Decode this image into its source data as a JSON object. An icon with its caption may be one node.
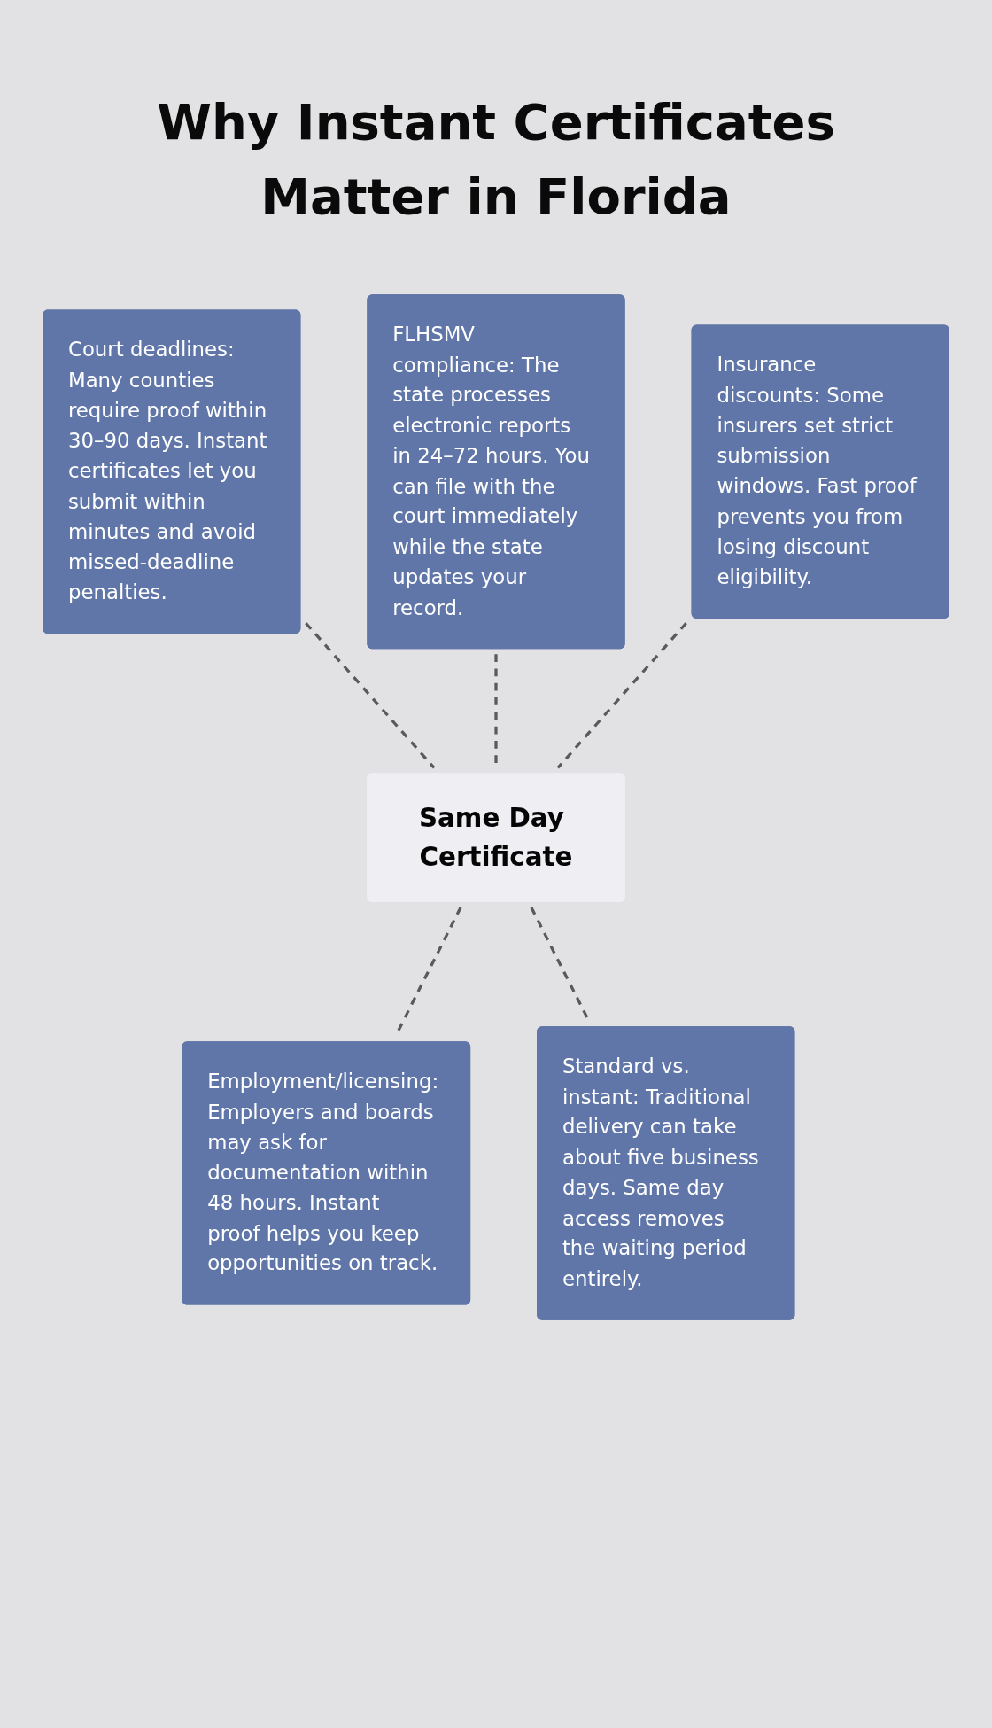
{
  "diagram": {
    "title": "Why Instant Certificates Matter in Florida",
    "nodes": [
      {
        "text": [
          "Court deadlines: Many counties require proof within 30–90 days. Instant certificates let you submit within minutes and avoid missed-deadline penalties."
        ]
      },
      {
        "text": [
          "FLHSMV compliance: The state processes electronic reports in 24–72 hours. You can file with the court immediately while the state updates your record."
        ]
      },
      {
        "text": [
          "Insurance discounts: Some insurers set strict submission windows. Fast proof prevents you from losing discount eligibility."
        ]
      },
      {
        "text": [
          "Same Day Certificate"
        ]
      },
      {
        "text": [
          "Employment/licensing: Employers and boards may ask for documentation within 48 hours. Instant proof helps you keep opportunities on track."
        ]
      },
      {
        "text": [
          "Standard vs. instant: Traditional delivery can take about five business days. Same day access removes the waiting period entirely."
        ]
      }
    ],
    "edges": [
      {
        "from": 0,
        "to": 3,
        "arrow": "none",
        "style": "dashed"
      },
      {
        "from": 1,
        "to": 3,
        "arrow": "none",
        "style": "dashed"
      },
      {
        "from": 2,
        "to": 3,
        "arrow": "none",
        "style": "dashed"
      },
      {
        "from": 3,
        "to": 4,
        "arrow": "none",
        "style": "dashed"
      },
      {
        "from": 3,
        "to": 5,
        "arrow": "none",
        "style": "dashed"
      }
    ]
  }
}
